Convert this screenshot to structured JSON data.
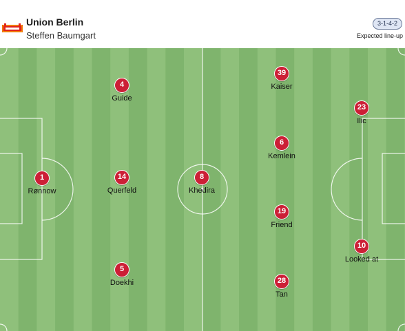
{
  "team": {
    "name": "Union Berlin",
    "coach": "Steffen Baumgart",
    "formation": "3-1-4-2",
    "lineup_type": "Expected line-up"
  },
  "colors": {
    "kit": "#cc1f36",
    "pitch_light": "#8fc07b",
    "pitch_dark": "#7fb46d"
  },
  "players": [
    {
      "number": "1",
      "name": "Rønnow"
    },
    {
      "number": "4",
      "name": "Guide"
    },
    {
      "number": "14",
      "name": "Querfeld"
    },
    {
      "number": "5",
      "name": "Doekhi"
    },
    {
      "number": "8",
      "name": "Khedira"
    },
    {
      "number": "39",
      "name": "Kaiser"
    },
    {
      "number": "6",
      "name": "Kemlein"
    },
    {
      "number": "19",
      "name": "Friend"
    },
    {
      "number": "28",
      "name": "Tan"
    },
    {
      "number": "23",
      "name": "Ilic"
    },
    {
      "number": "10",
      "name": "Looked at"
    }
  ]
}
